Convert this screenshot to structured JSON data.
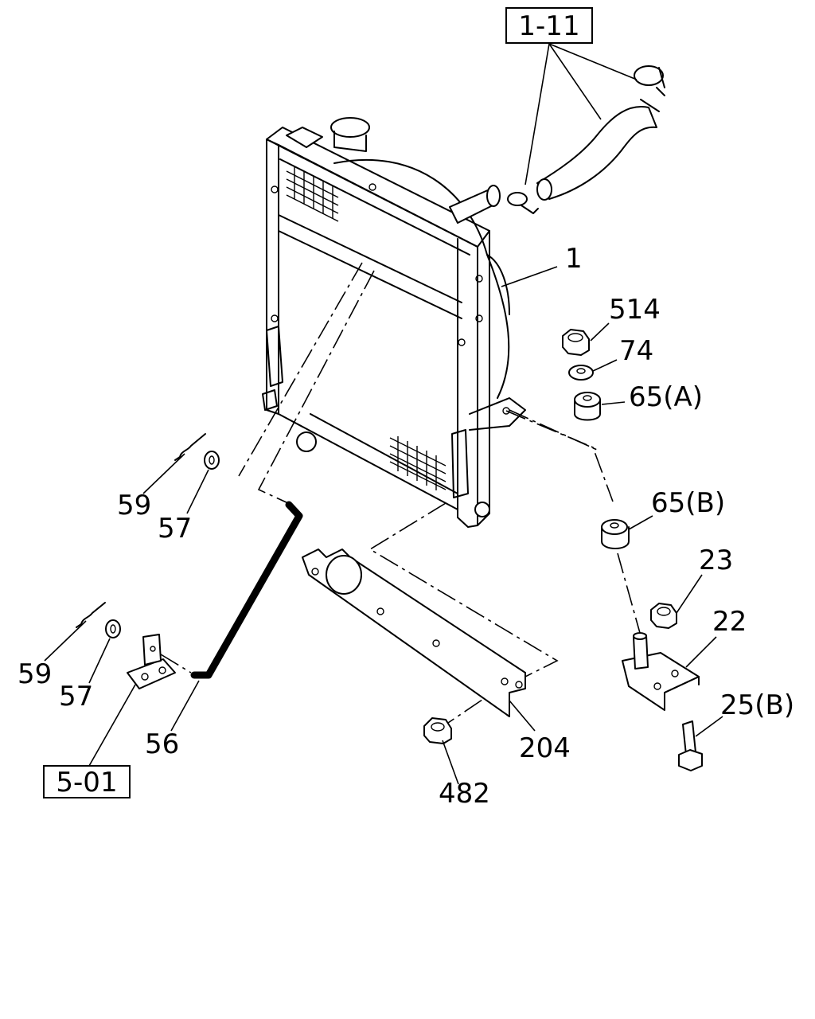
{
  "references": {
    "upper_hose_group": "1-11",
    "bracket_group": "5-01"
  },
  "callouts": {
    "radiator": "1",
    "nut_514": "514",
    "washer_74": "74",
    "cushion_65a": "65(A)",
    "cushion_65b": "65(B)",
    "nut_23": "23",
    "bracket_22": "22",
    "bolt_25b": "25(B)",
    "plate_204": "204",
    "nut_482": "482",
    "hose_56": "56",
    "clip_59_upper": "59",
    "washer_57_upper": "57",
    "clip_59_lower": "59",
    "washer_57_lower": "57"
  }
}
